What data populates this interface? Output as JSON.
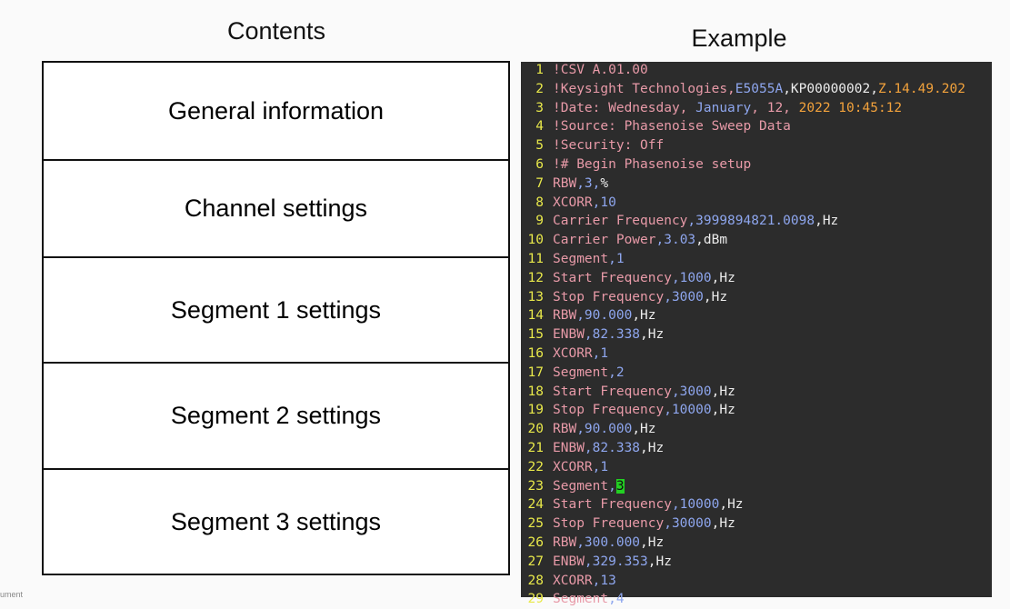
{
  "contents_title": "Contents",
  "example_title": "Example",
  "sections": [
    "General information",
    "Channel settings",
    "Segment 1 settings",
    "Segment 2 settings",
    "Segment 3 settings"
  ],
  "colors": {
    "line_number": "#e8e84a",
    "keyword": "#e89aa8",
    "number": "#8ea6ee",
    "unit": "#ececec",
    "version": "#f2a23c",
    "highlight": "#22d022",
    "panel_bg": "#2c2c2c"
  },
  "code_lines": [
    {
      "n": "1",
      "tokens": [
        {
          "t": "!CSV A.01.00",
          "c": "text"
        }
      ]
    },
    {
      "n": "2",
      "tokens": [
        {
          "t": "!Keysight Technologies,",
          "c": "text"
        },
        {
          "t": "E5055A",
          "c": "hw"
        },
        {
          "t": ",KP00000002,",
          "c": "unit"
        },
        {
          "t": "Z.14.49.202",
          "c": "ver"
        }
      ]
    },
    {
      "n": "3",
      "tokens": [
        {
          "t": "!Date: Wednesday, ",
          "c": "text"
        },
        {
          "t": "January",
          "c": "num"
        },
        {
          "t": ", 12, ",
          "c": "text"
        },
        {
          "t": "2022 10:45:12",
          "c": "ver"
        }
      ]
    },
    {
      "n": "4",
      "tokens": [
        {
          "t": "!Source: Phasenoise Sweep Data",
          "c": "text"
        }
      ]
    },
    {
      "n": "5",
      "tokens": [
        {
          "t": "!Security: Off",
          "c": "text"
        }
      ]
    },
    {
      "n": "6",
      "tokens": [
        {
          "t": "!# Begin Phasenoise setup",
          "c": "text"
        }
      ]
    },
    {
      "n": "7",
      "tokens": [
        {
          "t": "RBW",
          "c": "text"
        },
        {
          "t": ",3,",
          "c": "num"
        },
        {
          "t": "%",
          "c": "unit"
        }
      ]
    },
    {
      "n": "8",
      "tokens": [
        {
          "t": "XCORR",
          "c": "text"
        },
        {
          "t": ",10",
          "c": "num"
        }
      ]
    },
    {
      "n": "9",
      "tokens": [
        {
          "t": "Carrier Frequency",
          "c": "text"
        },
        {
          "t": ",3999894821.0098",
          "c": "num"
        },
        {
          "t": ",Hz",
          "c": "unit"
        }
      ]
    },
    {
      "n": "10",
      "tokens": [
        {
          "t": "Carrier Power",
          "c": "text"
        },
        {
          "t": ",3.03",
          "c": "num"
        },
        {
          "t": ",dBm",
          "c": "unit"
        }
      ]
    },
    {
      "n": "11",
      "tokens": [
        {
          "t": "Segment",
          "c": "text"
        },
        {
          "t": ",1",
          "c": "num"
        }
      ]
    },
    {
      "n": "12",
      "tokens": [
        {
          "t": "Start Frequency",
          "c": "text"
        },
        {
          "t": ",1000",
          "c": "num"
        },
        {
          "t": ",Hz",
          "c": "unit"
        }
      ]
    },
    {
      "n": "13",
      "tokens": [
        {
          "t": "Stop Frequency",
          "c": "text"
        },
        {
          "t": ",3000",
          "c": "num"
        },
        {
          "t": ",Hz",
          "c": "unit"
        }
      ]
    },
    {
      "n": "14",
      "tokens": [
        {
          "t": "RBW",
          "c": "text"
        },
        {
          "t": ",90.000",
          "c": "num"
        },
        {
          "t": ",Hz",
          "c": "unit"
        }
      ]
    },
    {
      "n": "15",
      "tokens": [
        {
          "t": "ENBW",
          "c": "text"
        },
        {
          "t": ",82.338",
          "c": "num"
        },
        {
          "t": ",Hz",
          "c": "unit"
        }
      ]
    },
    {
      "n": "16",
      "tokens": [
        {
          "t": "XCORR",
          "c": "text"
        },
        {
          "t": ",1",
          "c": "num"
        }
      ]
    },
    {
      "n": "17",
      "tokens": [
        {
          "t": "Segment",
          "c": "text"
        },
        {
          "t": ",2",
          "c": "num"
        }
      ]
    },
    {
      "n": "18",
      "tokens": [
        {
          "t": "Start Frequency",
          "c": "text"
        },
        {
          "t": ",3000",
          "c": "num"
        },
        {
          "t": ",Hz",
          "c": "unit"
        }
      ]
    },
    {
      "n": "19",
      "tokens": [
        {
          "t": "Stop Frequency",
          "c": "text"
        },
        {
          "t": ",10000",
          "c": "num"
        },
        {
          "t": ",Hz",
          "c": "unit"
        }
      ]
    },
    {
      "n": "20",
      "tokens": [
        {
          "t": "RBW",
          "c": "text"
        },
        {
          "t": ",90.000",
          "c": "num"
        },
        {
          "t": ",Hz",
          "c": "unit"
        }
      ]
    },
    {
      "n": "21",
      "tokens": [
        {
          "t": "ENBW",
          "c": "text"
        },
        {
          "t": ",82.338",
          "c": "num"
        },
        {
          "t": ",Hz",
          "c": "unit"
        }
      ]
    },
    {
      "n": "22",
      "tokens": [
        {
          "t": "XCORR",
          "c": "text"
        },
        {
          "t": ",1",
          "c": "num"
        }
      ]
    },
    {
      "n": "23",
      "tokens": [
        {
          "t": "Segment",
          "c": "text"
        },
        {
          "t": ",",
          "c": "num"
        },
        {
          "t": "3",
          "c": "hl"
        }
      ]
    },
    {
      "n": "24",
      "tokens": [
        {
          "t": "Start Frequency",
          "c": "text"
        },
        {
          "t": ",10000",
          "c": "num"
        },
        {
          "t": ",Hz",
          "c": "unit"
        }
      ]
    },
    {
      "n": "25",
      "tokens": [
        {
          "t": "Stop Frequency",
          "c": "text"
        },
        {
          "t": ",30000",
          "c": "num"
        },
        {
          "t": ",Hz",
          "c": "unit"
        }
      ]
    },
    {
      "n": "26",
      "tokens": [
        {
          "t": "RBW",
          "c": "text"
        },
        {
          "t": ",300.000",
          "c": "num"
        },
        {
          "t": ",Hz",
          "c": "unit"
        }
      ]
    },
    {
      "n": "27",
      "tokens": [
        {
          "t": "ENBW",
          "c": "text"
        },
        {
          "t": ",329.353",
          "c": "num"
        },
        {
          "t": ",Hz",
          "c": "unit"
        }
      ]
    },
    {
      "n": "28",
      "tokens": [
        {
          "t": "XCORR",
          "c": "text"
        },
        {
          "t": ",13",
          "c": "num"
        }
      ]
    },
    {
      "n": "29",
      "tokens": [
        {
          "t": "Segment",
          "c": "text"
        },
        {
          "t": ",4",
          "c": "num"
        }
      ]
    }
  ],
  "corner_text": "ument"
}
